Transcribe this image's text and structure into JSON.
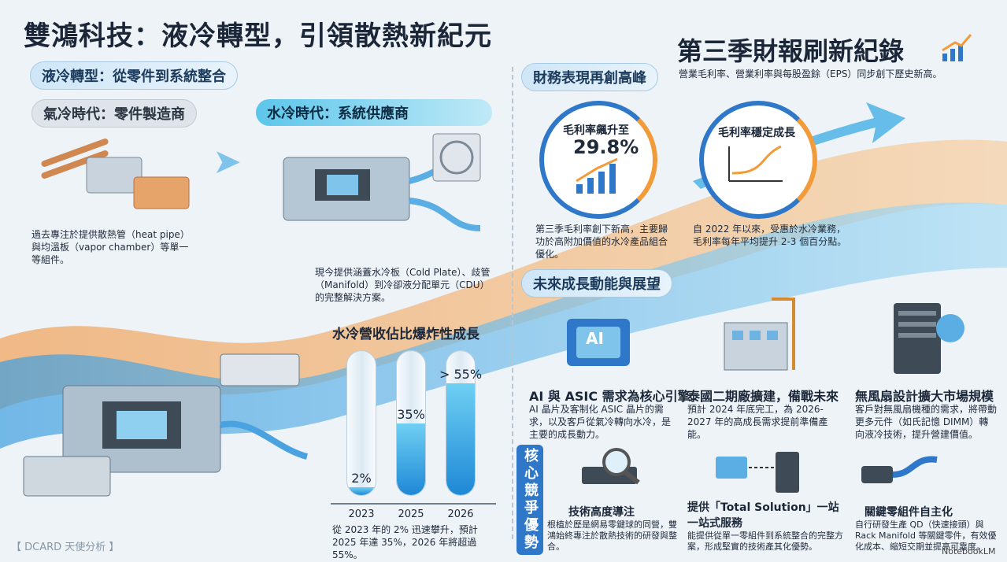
{
  "header": {
    "title": "雙鴻科技：液冷轉型，引領散熱新紀元",
    "watermark_left": "【 DCARD 天使分析 】",
    "watermark_right": "NotebookLM"
  },
  "left": {
    "section_pill": "液冷轉型：從零件到系統整合",
    "air_pill": "氣冷時代：零件製造商",
    "water_pill": "水冷時代：系統供應商",
    "air_desc": "過去專注於提供散熱管（heat pipe）與均溫板（vapor chamber）等單一等組件。",
    "water_desc": "現今提供涵蓋水冷板（Cold Plate）、歧管（Manifold）到冷卻液分配單元（CDU）的完整解決方案。",
    "growth_title": "水冷營收佔比爆炸性成長",
    "growth_desc": "從 2023 年的 2% 迅速攀升，預計 2025 年達 35%，2026 年將超過 55%。"
  },
  "chart_data": {
    "type": "bar",
    "title": "水冷營收佔比爆炸性成長",
    "categories": [
      "2023",
      "2025",
      "2026"
    ],
    "labels": [
      "2%",
      "35%",
      "> 55%"
    ],
    "values": [
      2,
      35,
      55
    ],
    "ylim": [
      0,
      100
    ]
  },
  "finance": {
    "pill": "財務表現再創高峰",
    "headline": "第三季財報刷新紀錄",
    "subhead": "營業毛利率、營業利率與每股盈餘（EPS）同步創下歷史新高。",
    "card1_title": "毛利率飆升至",
    "card1_value": "29.8%",
    "card1_desc": "第三季毛利率創下新高，主要歸功於高附加價值的水冷產品組合優化。",
    "card2_title": "毛利率穩定成長",
    "card2_desc": "自 2022 年以來，受惠於水冷業務，毛利率每年平均提升 2-3 個百分點。"
  },
  "future": {
    "pill": "未來成長動能與展望",
    "ai_chip_label": "AI",
    "item1_title": "AI 與 ASIC 需求為核心引擎",
    "item1_desc": "AI 晶片及客制化 ASIC 晶片的需求，以及客戶從氣冷轉向水冷，是主要的成長動力。",
    "item2_title": "泰國二期廠擴建，備戰未來",
    "item2_desc": "預計 2024 年底完工，為 2026-2027 年的高成長需求提前準備產能。",
    "item3_title": "無風扇設計擴大市場規模",
    "item3_desc": "客戶對無風扇機種的需求，將帶動更多元件（如氏記憶 DIMM）轉向液冷技術，提升營建價值。"
  },
  "core": {
    "vertical_label": "核心競爭優勢",
    "item1_title": "技術高度導注",
    "item1_desc": "根植於歷是網易零鍵球的同營，雙鴻始終專注於散熱技術的研發與整合。",
    "item2_title": "提供「Total Solution」一站一站式服務",
    "item2_desc": "能提供從單一零組件到系統整合的完整方案，形成堅實的技術產其化優勢。",
    "item3_title": "關鍵零組件自主化",
    "item3_desc": "自行研發生產 QD（快速接頭）與 Rack Manifold 等關鍵零件，有效優化成本、縮短交期並提高可靠度。"
  }
}
